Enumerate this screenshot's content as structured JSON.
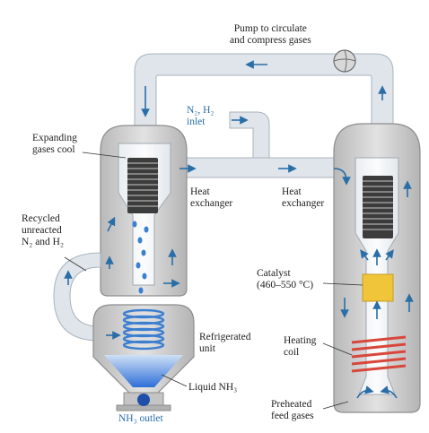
{
  "labels": {
    "pump_line1": "Pump to circulate",
    "pump_line2": "and compress gases",
    "n2h2_line1": "N₂, H₂",
    "n2h2_line2": "inlet",
    "expanding_line1": "Expanding",
    "expanding_line2": "gases cool",
    "heat_exchanger_left_line1": "Heat",
    "heat_exchanger_left_line2": "exchanger",
    "heat_exchanger_right_line1": "Heat",
    "heat_exchanger_right_line2": "exchanger",
    "recycled_line1": "Recycled",
    "recycled_line2": "unreacted",
    "recycled_line3": "N₂ and H₂",
    "catalyst_line1": "Catalyst",
    "catalyst_line2": "(460–550 °C)",
    "refrigerated_line1": "Refrigerated",
    "refrigerated_line2": "unit",
    "heating_line1": "Heating",
    "heating_line2": "coil",
    "liquid_nh3": "Liquid NH₃",
    "nh3_outlet": "NH₃ outlet",
    "preheated_line1": "Preheated",
    "preheated_line2": "feed gases"
  },
  "colors": {
    "vessel_fill": "#cfcfcf",
    "pipe_fill": "#dfe5ea",
    "arrow_blue": "#2a6ea8",
    "catalyst": "#f0c53a",
    "heating_coil": "#d9473b",
    "refrigerant_coil": "#3b7fd1",
    "liquid_ammonia": "#2f6fd8"
  },
  "icons": [
    "pump-icon",
    "heat-exchanger-coil-icon",
    "catalyst-bed-icon",
    "heating-coil-icon",
    "refrigeration-coil-icon",
    "outlet-valve-icon"
  ]
}
